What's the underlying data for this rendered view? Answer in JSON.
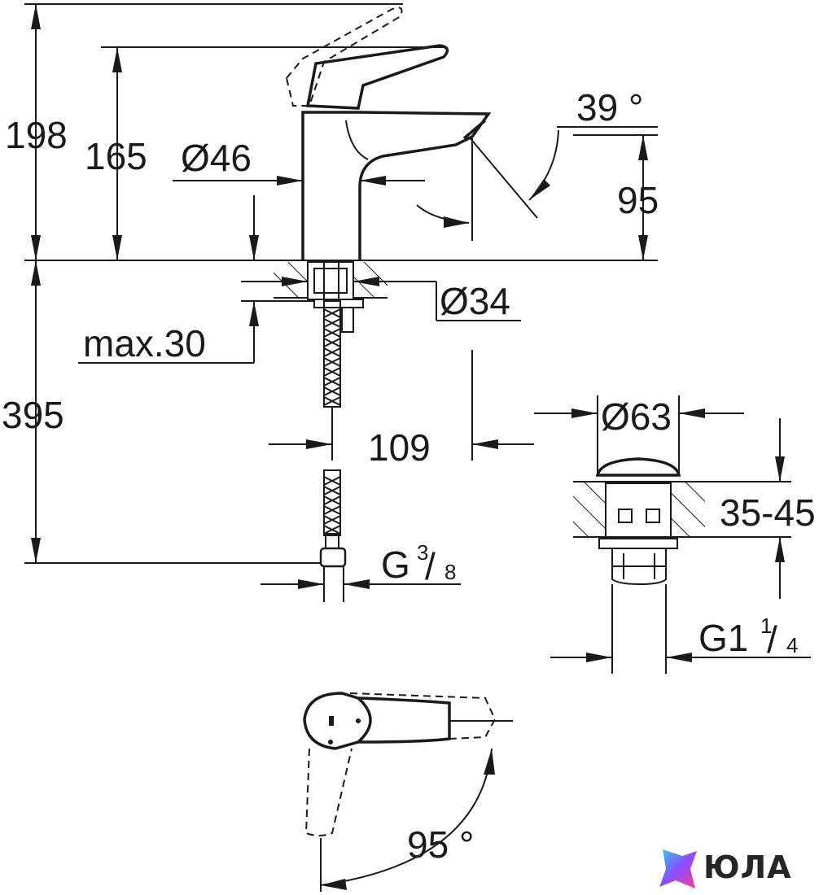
{
  "dimensions": {
    "total_height": "198",
    "spout_height": "165",
    "body_diameter": "Ø46",
    "lever_angle": "39 °",
    "aerator_height": "95",
    "hole_diameter": "Ø34",
    "deck_thickness": "max.30",
    "hose_length": "395",
    "projection": "109",
    "waste_diameter": "Ø63",
    "waste_range": "35-45",
    "hose_thread_main": "G",
    "hose_thread_num": "3",
    "hose_thread_den": "8",
    "waste_thread_main": "G1",
    "waste_thread_num": "1",
    "waste_thread_den": "4",
    "rotation_angle": "95 °"
  },
  "logo": {
    "text": "ЮЛА",
    "colors": [
      "#ff3c8c",
      "#8a4dff",
      "#2fd0e6"
    ]
  }
}
